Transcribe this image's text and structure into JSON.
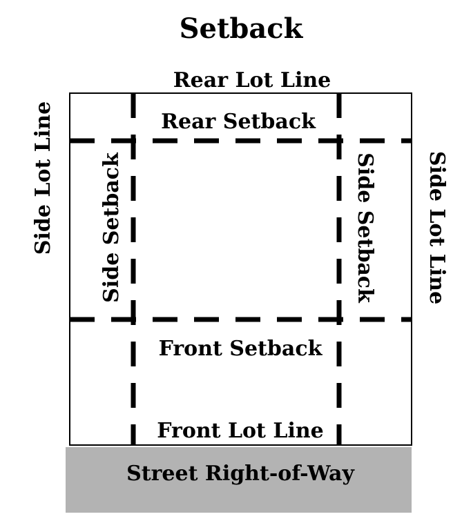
{
  "title": "Setback",
  "labels": {
    "rear_lot_line": "Rear Lot Line",
    "rear_setback": "Rear Setback",
    "side_lot_line_left": "Side Lot Line",
    "side_lot_line_right": "Side Lot Line",
    "side_setback_left": "Side Setback",
    "side_setback_right": "Side Setback",
    "front_setback": "Front Setback",
    "front_lot_line": "Front Lot Line",
    "street": "Street Right-of-Way"
  },
  "colors": {
    "street_fill": "#b3b3b3",
    "line": "#000000"
  }
}
